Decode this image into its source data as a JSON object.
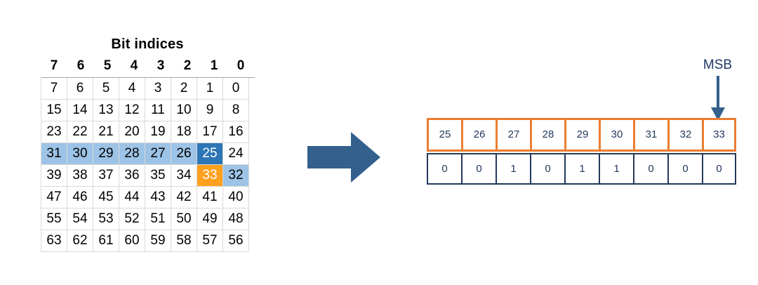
{
  "left_panel": {
    "title": "Bit indices",
    "column_headers": [
      "7",
      "6",
      "5",
      "4",
      "3",
      "2",
      "1",
      "0"
    ],
    "rows": [
      {
        "cells": [
          {
            "value": "7",
            "highlight": "none"
          },
          {
            "value": "6",
            "highlight": "none"
          },
          {
            "value": "5",
            "highlight": "none"
          },
          {
            "value": "4",
            "highlight": "none"
          },
          {
            "value": "3",
            "highlight": "none"
          },
          {
            "value": "2",
            "highlight": "none"
          },
          {
            "value": "1",
            "highlight": "none"
          },
          {
            "value": "0",
            "highlight": "none"
          }
        ]
      },
      {
        "cells": [
          {
            "value": "15",
            "highlight": "none"
          },
          {
            "value": "14",
            "highlight": "none"
          },
          {
            "value": "13",
            "highlight": "none"
          },
          {
            "value": "12",
            "highlight": "none"
          },
          {
            "value": "11",
            "highlight": "none"
          },
          {
            "value": "10",
            "highlight": "none"
          },
          {
            "value": "9",
            "highlight": "none"
          },
          {
            "value": "8",
            "highlight": "none"
          }
        ]
      },
      {
        "cells": [
          {
            "value": "23",
            "highlight": "none"
          },
          {
            "value": "22",
            "highlight": "none"
          },
          {
            "value": "21",
            "highlight": "none"
          },
          {
            "value": "20",
            "highlight": "none"
          },
          {
            "value": "19",
            "highlight": "none"
          },
          {
            "value": "18",
            "highlight": "none"
          },
          {
            "value": "17",
            "highlight": "none"
          },
          {
            "value": "16",
            "highlight": "none"
          }
        ]
      },
      {
        "cells": [
          {
            "value": "31",
            "highlight": "light"
          },
          {
            "value": "30",
            "highlight": "light"
          },
          {
            "value": "29",
            "highlight": "light"
          },
          {
            "value": "28",
            "highlight": "light"
          },
          {
            "value": "27",
            "highlight": "light"
          },
          {
            "value": "26",
            "highlight": "light"
          },
          {
            "value": "25",
            "highlight": "dark"
          },
          {
            "value": "24",
            "highlight": "none"
          }
        ]
      },
      {
        "cells": [
          {
            "value": "39",
            "highlight": "none"
          },
          {
            "value": "38",
            "highlight": "none"
          },
          {
            "value": "37",
            "highlight": "none"
          },
          {
            "value": "36",
            "highlight": "none"
          },
          {
            "value": "35",
            "highlight": "none"
          },
          {
            "value": "34",
            "highlight": "none"
          },
          {
            "value": "33",
            "highlight": "orange"
          },
          {
            "value": "32",
            "highlight": "light"
          }
        ]
      },
      {
        "cells": [
          {
            "value": "47",
            "highlight": "none"
          },
          {
            "value": "46",
            "highlight": "none"
          },
          {
            "value": "45",
            "highlight": "none"
          },
          {
            "value": "44",
            "highlight": "none"
          },
          {
            "value": "43",
            "highlight": "none"
          },
          {
            "value": "42",
            "highlight": "none"
          },
          {
            "value": "41",
            "highlight": "none"
          },
          {
            "value": "40",
            "highlight": "none"
          }
        ]
      },
      {
        "cells": [
          {
            "value": "55",
            "highlight": "none"
          },
          {
            "value": "54",
            "highlight": "none"
          },
          {
            "value": "53",
            "highlight": "none"
          },
          {
            "value": "52",
            "highlight": "none"
          },
          {
            "value": "51",
            "highlight": "none"
          },
          {
            "value": "50",
            "highlight": "none"
          },
          {
            "value": "49",
            "highlight": "none"
          },
          {
            "value": "48",
            "highlight": "none"
          }
        ]
      },
      {
        "cells": [
          {
            "value": "63",
            "highlight": "none"
          },
          {
            "value": "62",
            "highlight": "none"
          },
          {
            "value": "61",
            "highlight": "none"
          },
          {
            "value": "60",
            "highlight": "none"
          },
          {
            "value": "59",
            "highlight": "none"
          },
          {
            "value": "58",
            "highlight": "none"
          },
          {
            "value": "57",
            "highlight": "none"
          },
          {
            "value": "56",
            "highlight": "none"
          }
        ]
      }
    ]
  },
  "transition": {
    "icon": "right-block-arrow-icon"
  },
  "right_panel": {
    "msb_label": "MSB",
    "msb_arrow_icon": "down-arrow-icon",
    "index_row": [
      "25",
      "26",
      "27",
      "28",
      "29",
      "30",
      "31",
      "32",
      "33"
    ],
    "value_row": [
      "0",
      "0",
      "1",
      "0",
      "1",
      "1",
      "0",
      "0",
      "0"
    ]
  },
  "colors": {
    "highlight_light_blue": "#9DC3E6",
    "highlight_dark_blue": "#2E75B6",
    "highlight_orange": "#FFA01E",
    "index_border_orange": "#ED7D31",
    "value_border_navy": "#23395B",
    "arrow_steel_blue": "#33608C",
    "grid_line": "#D9D9D9",
    "text_dark": "#000000"
  }
}
